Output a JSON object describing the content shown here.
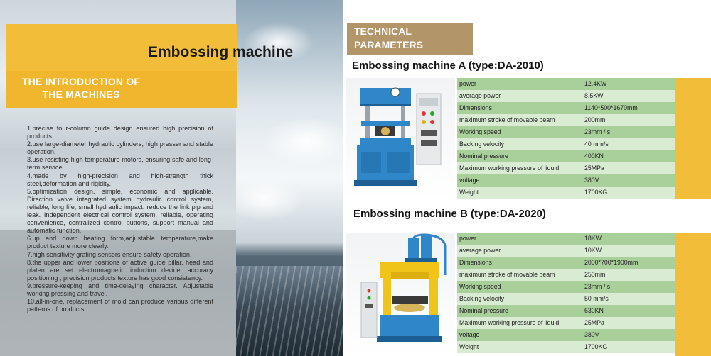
{
  "left": {
    "title": "Embossing machine",
    "intro_title_line1": "THE INTRODUCTION OF",
    "intro_title_line2": "THE MACHINES",
    "features": [
      "1.precise four-column guide design ensured high precision of products.",
      "2.use large-diameter hydraulic cylinders, high presser and stable operation.",
      "3.use resisting high temperature motors, ensuring safe and long-term service.",
      "4.made by high-precision and high-strength thick steel,deformation and rigidity.",
      "5.optimization design, simple, economic and applicable. Direction valve integrated system hydraulic control system, reliable, long life, small hydraulic impact, reduce the link pip and leak. Independent electrical control system, reliable, operating convenience, centralized control buttons, support manual and automatic function.",
      "6.up and down heating form,adjustable temperature,make product texture more clearly.",
      "7.high sensitivity grating sensors ensure safety operation.",
      "8.the upper and lower positions of active guide pillar, head and platen are set electromagnetic induction device, accuracy positioning , precision products texture has good consistency.",
      "9.pressure-keeping and time-delaying character. Adjustable working pressing and travel.",
      "10.all-in-one, replacement of mold can produce various different patterns of products."
    ]
  },
  "right": {
    "header_line1": "TECHNICAL",
    "header_line2": "PARAMETERS",
    "machine_a": {
      "title": "Embossing machine A (type:DA-2010)",
      "rows": [
        [
          "power",
          "12.4KW"
        ],
        [
          "average power",
          "8.5KW"
        ],
        [
          "Dimensions",
          "1140*500*1670mm"
        ],
        [
          "maximum stroke of movable beam",
          "200mm"
        ],
        [
          "Working speed",
          "23mm / s"
        ],
        [
          "Backing velocity",
          "40 mm/s"
        ],
        [
          "Nominal pressure",
          "400KN"
        ],
        [
          "Maximum working pressure of liquid",
          "25MPa"
        ],
        [
          "voltage",
          "380V"
        ],
        [
          "Weight",
          "1700KG"
        ]
      ]
    },
    "machine_b": {
      "title": "Embossing machine B (type:DA-2020)",
      "rows": [
        [
          "power",
          "18KW"
        ],
        [
          "average power",
          "10KW"
        ],
        [
          "Dimensions",
          "2000*700*1900mm"
        ],
        [
          "maximum stroke of movable beam",
          "250mm"
        ],
        [
          "Working speed",
          "23mm / s"
        ],
        [
          "Backing velocity",
          "50 mm/s"
        ],
        [
          "Nominal pressure",
          "630KN"
        ],
        [
          "Maximum working pressure of liquid",
          "25MPa"
        ],
        [
          "voltage",
          "380V"
        ],
        [
          "Weight",
          "1700KG"
        ]
      ]
    }
  },
  "colors": {
    "yellow": "#f2be3a",
    "tan": "#b3956a",
    "row_dark": "#a9cf9b",
    "row_light": "#d9ebd2",
    "machine_blue": "#2f86c8"
  }
}
